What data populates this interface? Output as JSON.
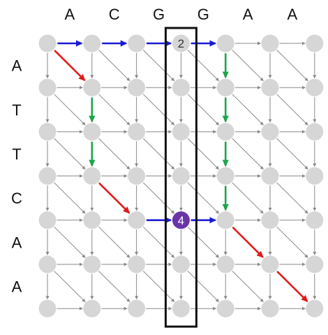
{
  "column_sequence": [
    "A",
    "C",
    "G",
    "G",
    "A",
    "A"
  ],
  "row_sequence": [
    "A",
    "T",
    "T",
    "C",
    "A",
    "A"
  ],
  "grid": {
    "rows": 7,
    "cols": 7
  },
  "highlighted_column": 3,
  "node_labels": [
    {
      "row": 0,
      "col": 3,
      "text": "2",
      "style": "plain"
    },
    {
      "row": 4,
      "col": 3,
      "text": "4",
      "style": "filled"
    }
  ],
  "highlighted_edges": [
    {
      "from": [
        0,
        0
      ],
      "to": [
        0,
        1
      ],
      "kind": "horizontal"
    },
    {
      "from": [
        0,
        1
      ],
      "to": [
        0,
        2
      ],
      "kind": "horizontal"
    },
    {
      "from": [
        0,
        2
      ],
      "to": [
        0,
        3
      ],
      "kind": "horizontal"
    },
    {
      "from": [
        0,
        3
      ],
      "to": [
        0,
        4
      ],
      "kind": "horizontal"
    },
    {
      "from": [
        0,
        0
      ],
      "to": [
        1,
        1
      ],
      "kind": "diagonal"
    },
    {
      "from": [
        1,
        1
      ],
      "to": [
        2,
        1
      ],
      "kind": "vertical"
    },
    {
      "from": [
        2,
        1
      ],
      "to": [
        3,
        1
      ],
      "kind": "vertical"
    },
    {
      "from": [
        3,
        1
      ],
      "to": [
        4,
        2
      ],
      "kind": "diagonal"
    },
    {
      "from": [
        4,
        2
      ],
      "to": [
        4,
        3
      ],
      "kind": "horizontal"
    },
    {
      "from": [
        4,
        3
      ],
      "to": [
        4,
        4
      ],
      "kind": "horizontal"
    },
    {
      "from": [
        0,
        4
      ],
      "to": [
        1,
        4
      ],
      "kind": "vertical"
    },
    {
      "from": [
        1,
        4
      ],
      "to": [
        2,
        4
      ],
      "kind": "vertical"
    },
    {
      "from": [
        2,
        4
      ],
      "to": [
        3,
        4
      ],
      "kind": "vertical"
    },
    {
      "from": [
        3,
        4
      ],
      "to": [
        4,
        4
      ],
      "kind": "vertical"
    },
    {
      "from": [
        4,
        4
      ],
      "to": [
        5,
        5
      ],
      "kind": "diagonal"
    },
    {
      "from": [
        5,
        5
      ],
      "to": [
        6,
        6
      ],
      "kind": "diagonal"
    }
  ],
  "colors": {
    "node": "#d6d6d6",
    "edge": "#8a8a8a",
    "horizontal": "#1a1ad6",
    "vertical": "#1aa64a",
    "diagonal": "#e01a1a",
    "label_fill": "#6a34a8",
    "label_text_on_fill": "#ffffff",
    "label_text_plain": "#333333",
    "column_box": "#111111"
  }
}
